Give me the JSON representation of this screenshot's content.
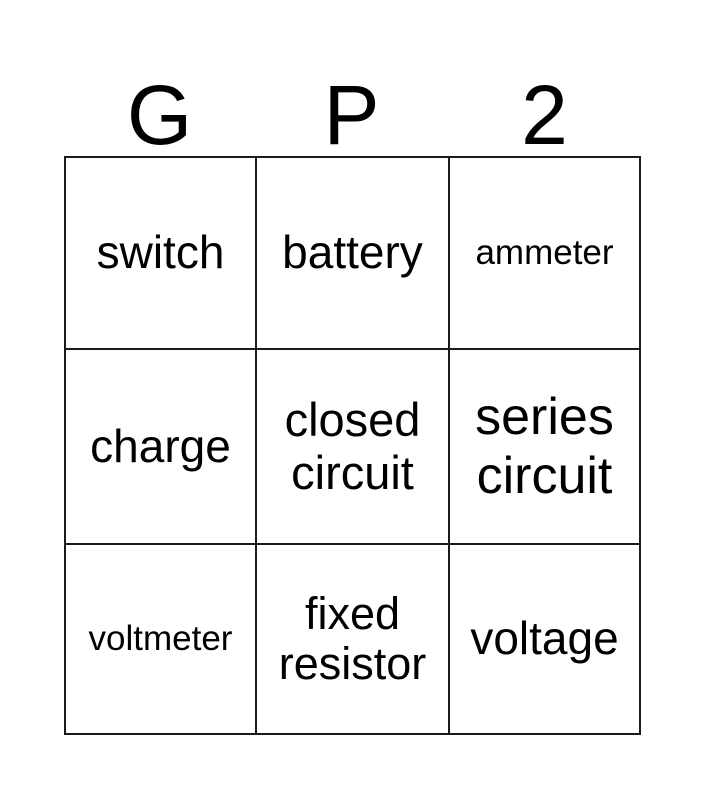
{
  "card": {
    "title_letters": [
      "G",
      "P",
      "2"
    ],
    "columns": 3,
    "rows": 3,
    "border_color": "#1a1a1a",
    "background_color": "#ffffff",
    "text_color": "#000000"
  },
  "header": {
    "letters": [
      {
        "label": "G"
      },
      {
        "label": "P"
      },
      {
        "label": "2"
      }
    ]
  },
  "grid": {
    "cells": [
      {
        "text": "switch",
        "row": 1,
        "col": 1
      },
      {
        "text": "battery",
        "row": 1,
        "col": 2
      },
      {
        "text": "ammeter",
        "row": 1,
        "col": 3
      },
      {
        "text": "charge",
        "row": 2,
        "col": 1
      },
      {
        "text": "closed\ncircuit",
        "row": 2,
        "col": 2
      },
      {
        "text": "series\ncircuit",
        "row": 2,
        "col": 3
      },
      {
        "text": "voltmeter",
        "row": 3,
        "col": 1
      },
      {
        "text": "fixed\nresistor",
        "row": 3,
        "col": 2
      },
      {
        "text": "voltage",
        "row": 3,
        "col": 3
      }
    ]
  }
}
